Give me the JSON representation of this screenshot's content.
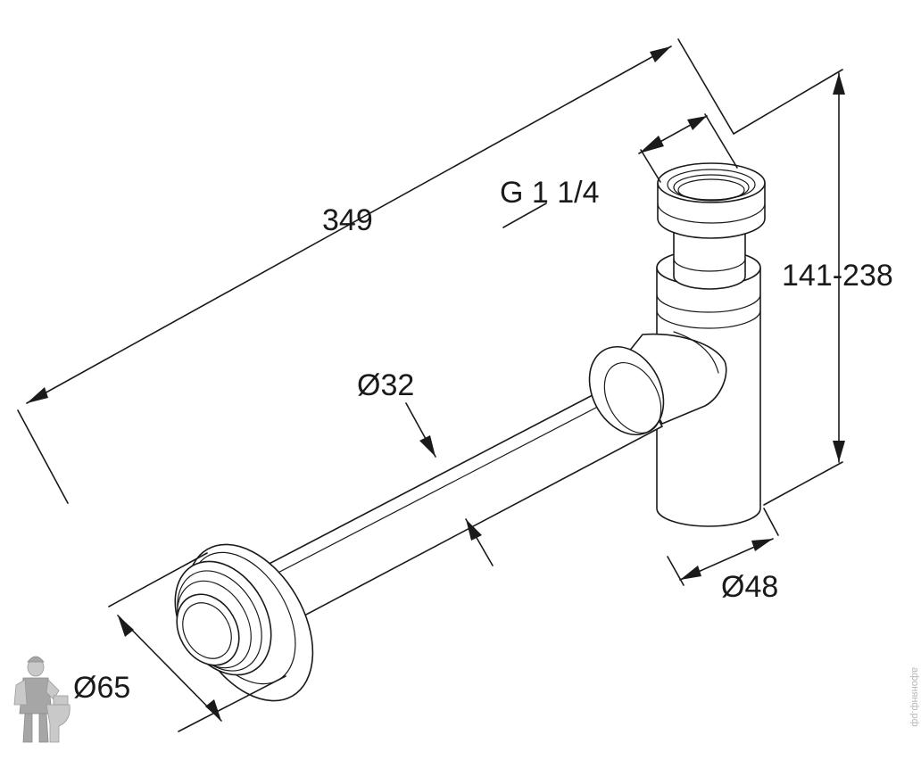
{
  "diagram": {
    "dimensions": {
      "overall_length": "349",
      "thread": "G 1 1/4",
      "height": "141-238",
      "tube_diameter": "Ø32",
      "body_diameter": "Ø48",
      "flange_diameter": "Ø65"
    },
    "watermark": "афонянф.рф"
  },
  "colors": {
    "line": "#1a1a1a",
    "background": "#ffffff",
    "watermark": "#b8b8b8"
  }
}
